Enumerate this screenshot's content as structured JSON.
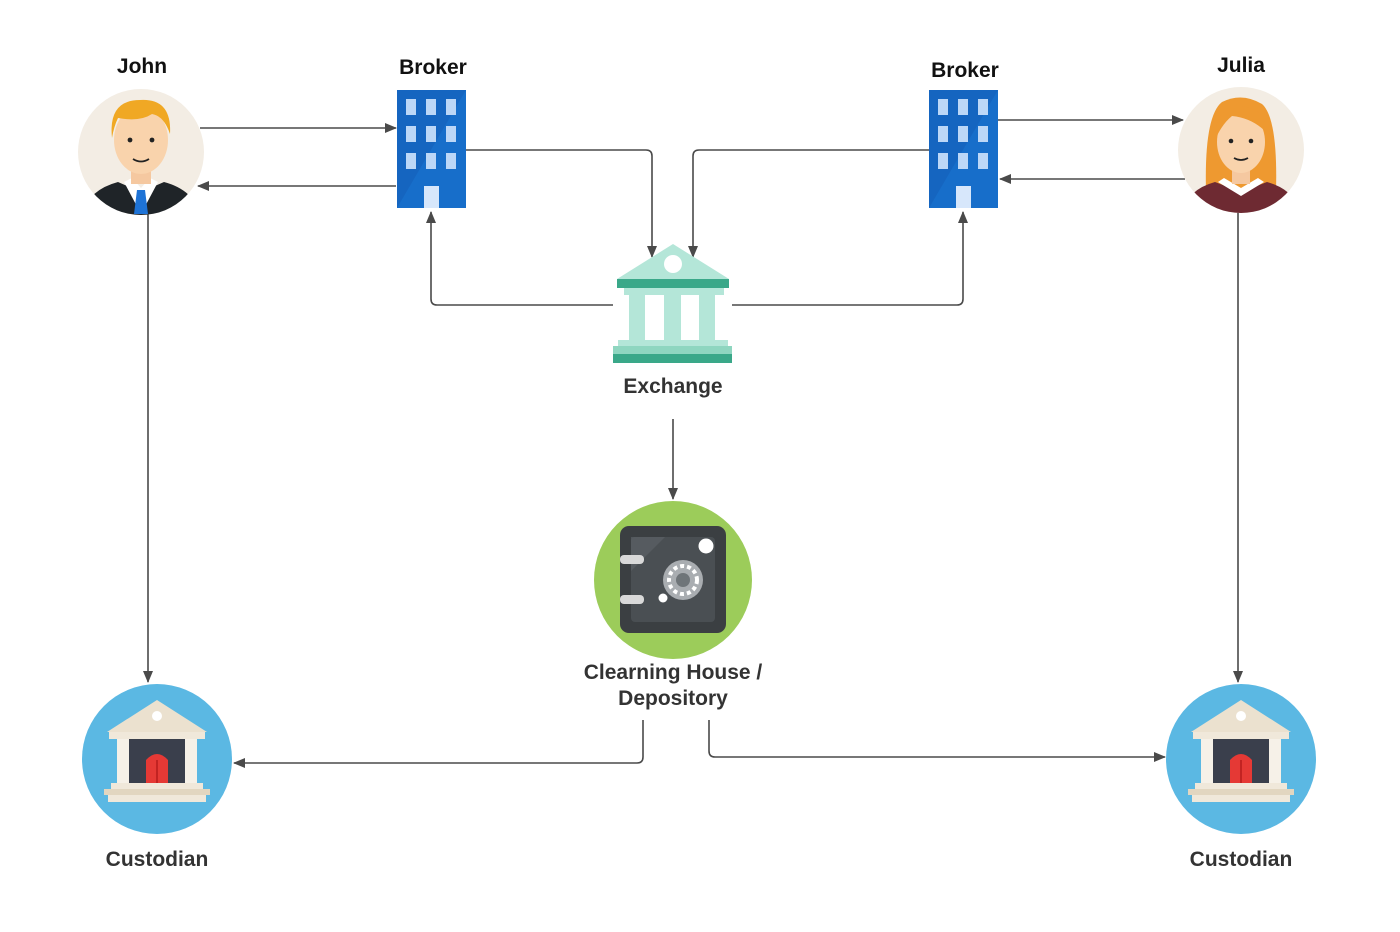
{
  "labels": {
    "john": "John",
    "broker_left": "Broker",
    "broker_right": "Broker",
    "julia": "Julia",
    "exchange": "Exchange",
    "clearing_line1": "Clearning House /",
    "clearing_line2": "Depository",
    "custodian_left": "Custodian",
    "custodian_right": "Custodian"
  },
  "colors": {
    "arrow": "#4a4a4a",
    "building_blue": "#1565c0",
    "exchange_teal": "#3aa889",
    "exchange_light": "#b4e6d8",
    "safe_green": "#9ccc5a",
    "custodian_blue": "#5bb8e3",
    "avatar_bg": "#f3ede4"
  },
  "icons": [
    "person-male-icon",
    "office-building-icon",
    "bank-building-icon",
    "safe-vault-icon",
    "person-female-icon",
    "custodian-bank-icon"
  ]
}
